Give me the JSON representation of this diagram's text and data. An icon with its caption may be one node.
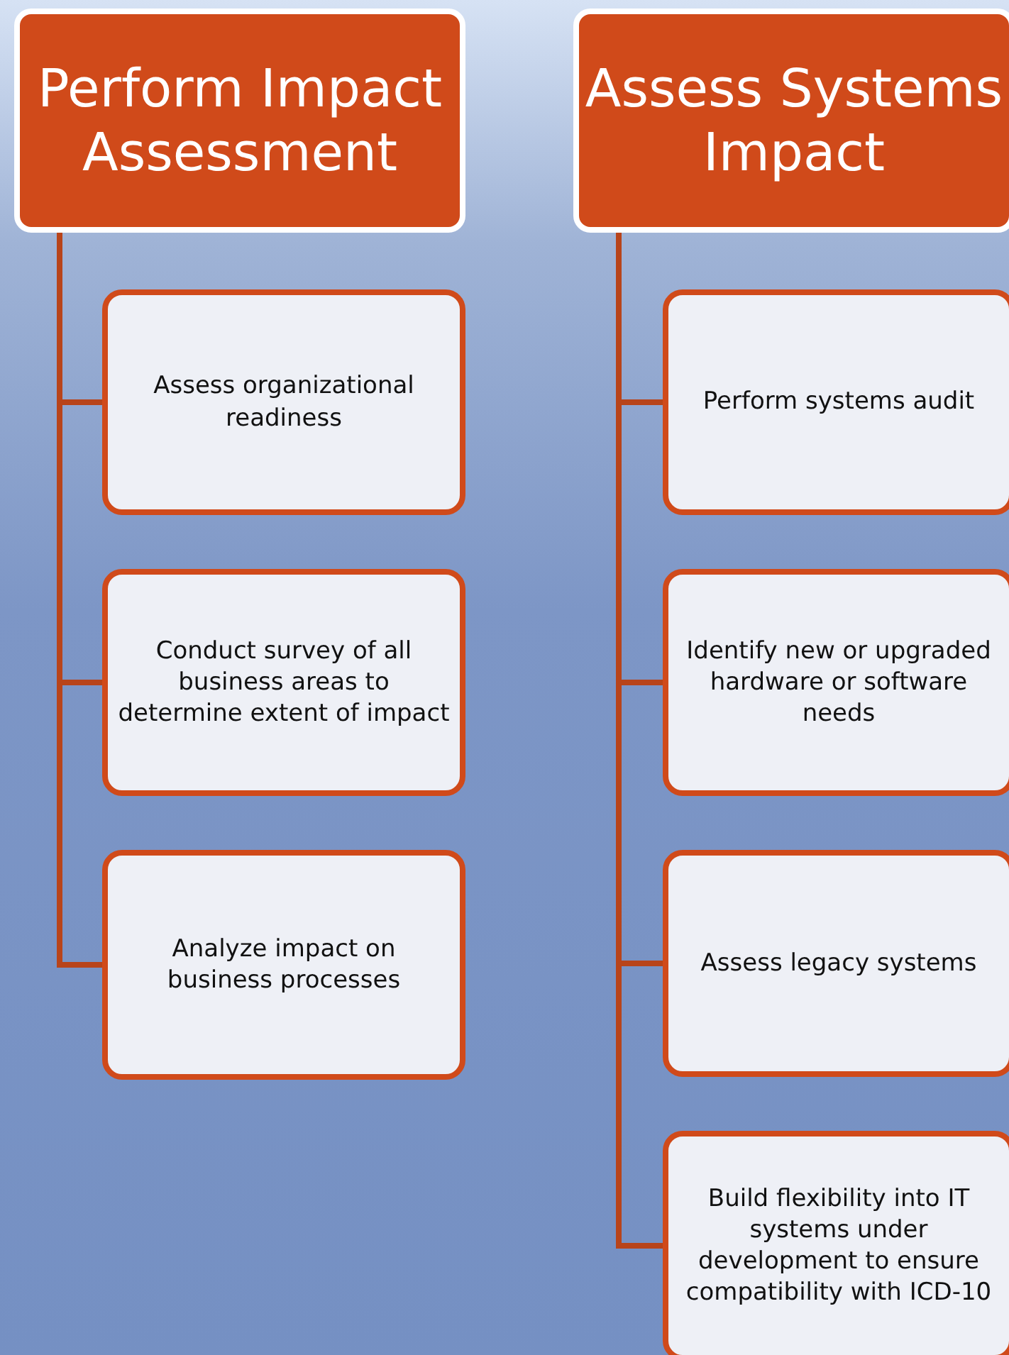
{
  "diagram": {
    "nodes": [
      {
        "text": [
          "Perform Impact Assessment"
        ]
      },
      {
        "text": [
          "Assess organizational readiness"
        ]
      },
      {
        "text": [
          "Conduct survey of all business areas to determine extent of impact"
        ]
      },
      {
        "text": [
          "Analyze impact on business processes"
        ]
      },
      {
        "text": [
          "Assess Systems Impact"
        ]
      },
      {
        "text": [
          "Perform systems audit"
        ]
      },
      {
        "text": [
          "Identify new or upgraded hardware or software needs"
        ]
      },
      {
        "text": [
          "Assess legacy systems"
        ]
      },
      {
        "text": [
          "Build flexibility into IT systems under development to ensure compatibility with ICD-10"
        ]
      }
    ],
    "edges": [
      {
        "from": 0,
        "to": 1,
        "arrow": "none"
      },
      {
        "from": 0,
        "to": 2,
        "arrow": "none"
      },
      {
        "from": 0,
        "to": 3,
        "arrow": "none"
      },
      {
        "from": 4,
        "to": 5,
        "arrow": "none"
      },
      {
        "from": 4,
        "to": 6,
        "arrow": "none"
      },
      {
        "from": 4,
        "to": 7,
        "arrow": "none"
      },
      {
        "from": 4,
        "to": 8,
        "arrow": "none"
      }
    ]
  }
}
